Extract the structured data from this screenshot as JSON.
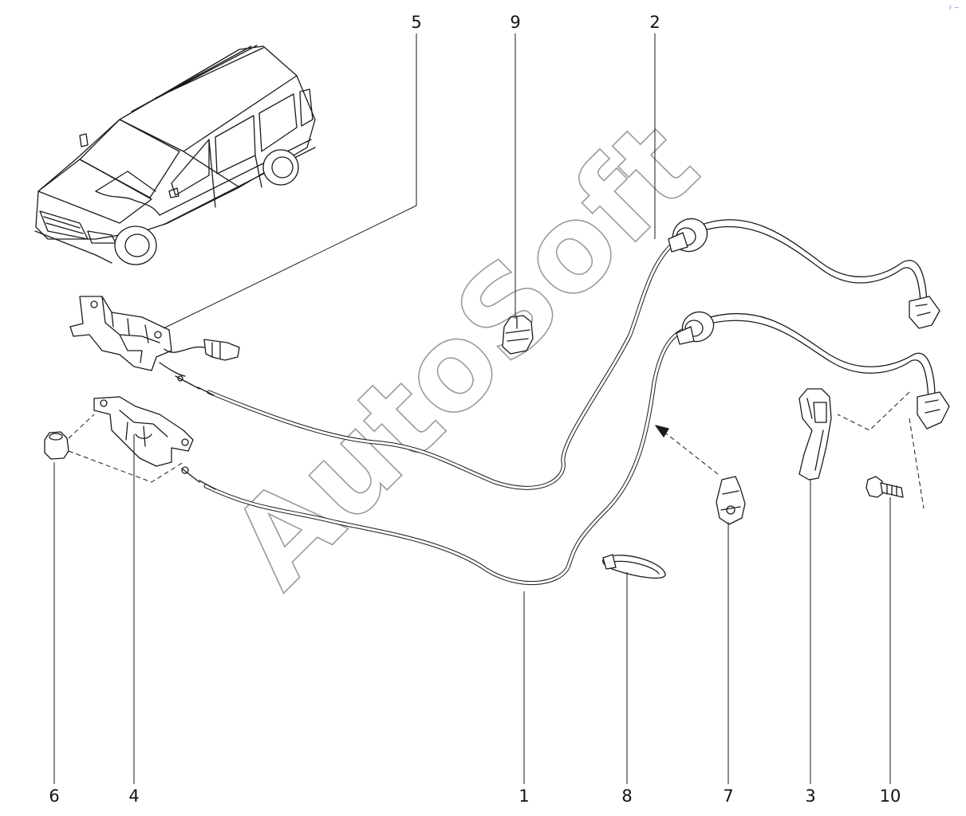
{
  "watermark": "AutoSoft",
  "corner_mark": "r ~",
  "callouts": [
    {
      "id": "c5",
      "label": "5"
    },
    {
      "id": "c9",
      "label": "9"
    },
    {
      "id": "c2",
      "label": "2"
    },
    {
      "id": "c6",
      "label": "6"
    },
    {
      "id": "c4",
      "label": "4"
    },
    {
      "id": "c1",
      "label": "1"
    },
    {
      "id": "c8",
      "label": "8"
    },
    {
      "id": "c7",
      "label": "7"
    },
    {
      "id": "c3",
      "label": "3"
    },
    {
      "id": "c10",
      "label": "10"
    }
  ]
}
